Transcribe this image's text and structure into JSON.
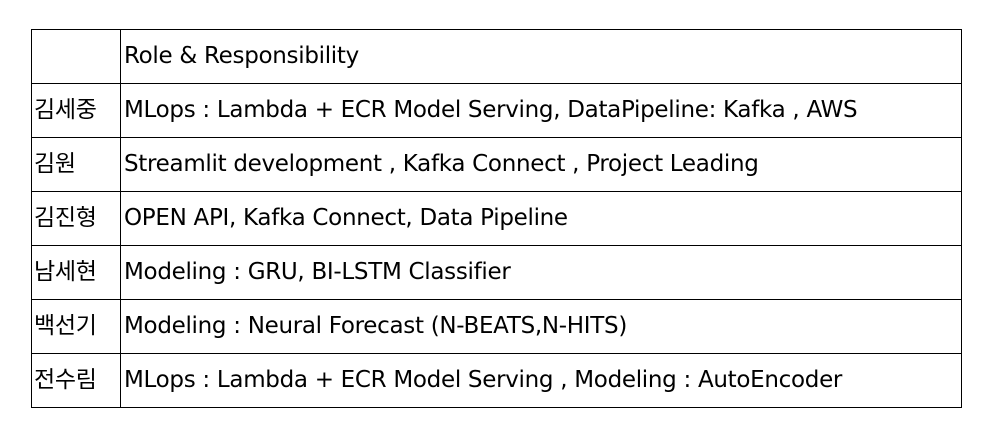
{
  "table": {
    "header": {
      "name": "",
      "role": "Role & Responsibility"
    },
    "rows": [
      {
        "name": "김세중",
        "role": "MLops : Lambda + ECR Model Serving, DataPipeline: Kafka , AWS"
      },
      {
        "name": "김원",
        "role": "Streamlit development , Kafka Connect , Project Leading"
      },
      {
        "name": "김진형",
        "role": "OPEN API, Kafka Connect, Data Pipeline"
      },
      {
        "name": "남세현",
        "role": "Modeling : GRU, BI-LSTM Classifier"
      },
      {
        "name": "백선기",
        "role": "Modeling : Neural Forecast (N-BEATS,N-HITS)"
      },
      {
        "name": "전수림",
        "role": "MLops : Lambda + ECR Model Serving , Modeling : AutoEncoder"
      }
    ]
  }
}
